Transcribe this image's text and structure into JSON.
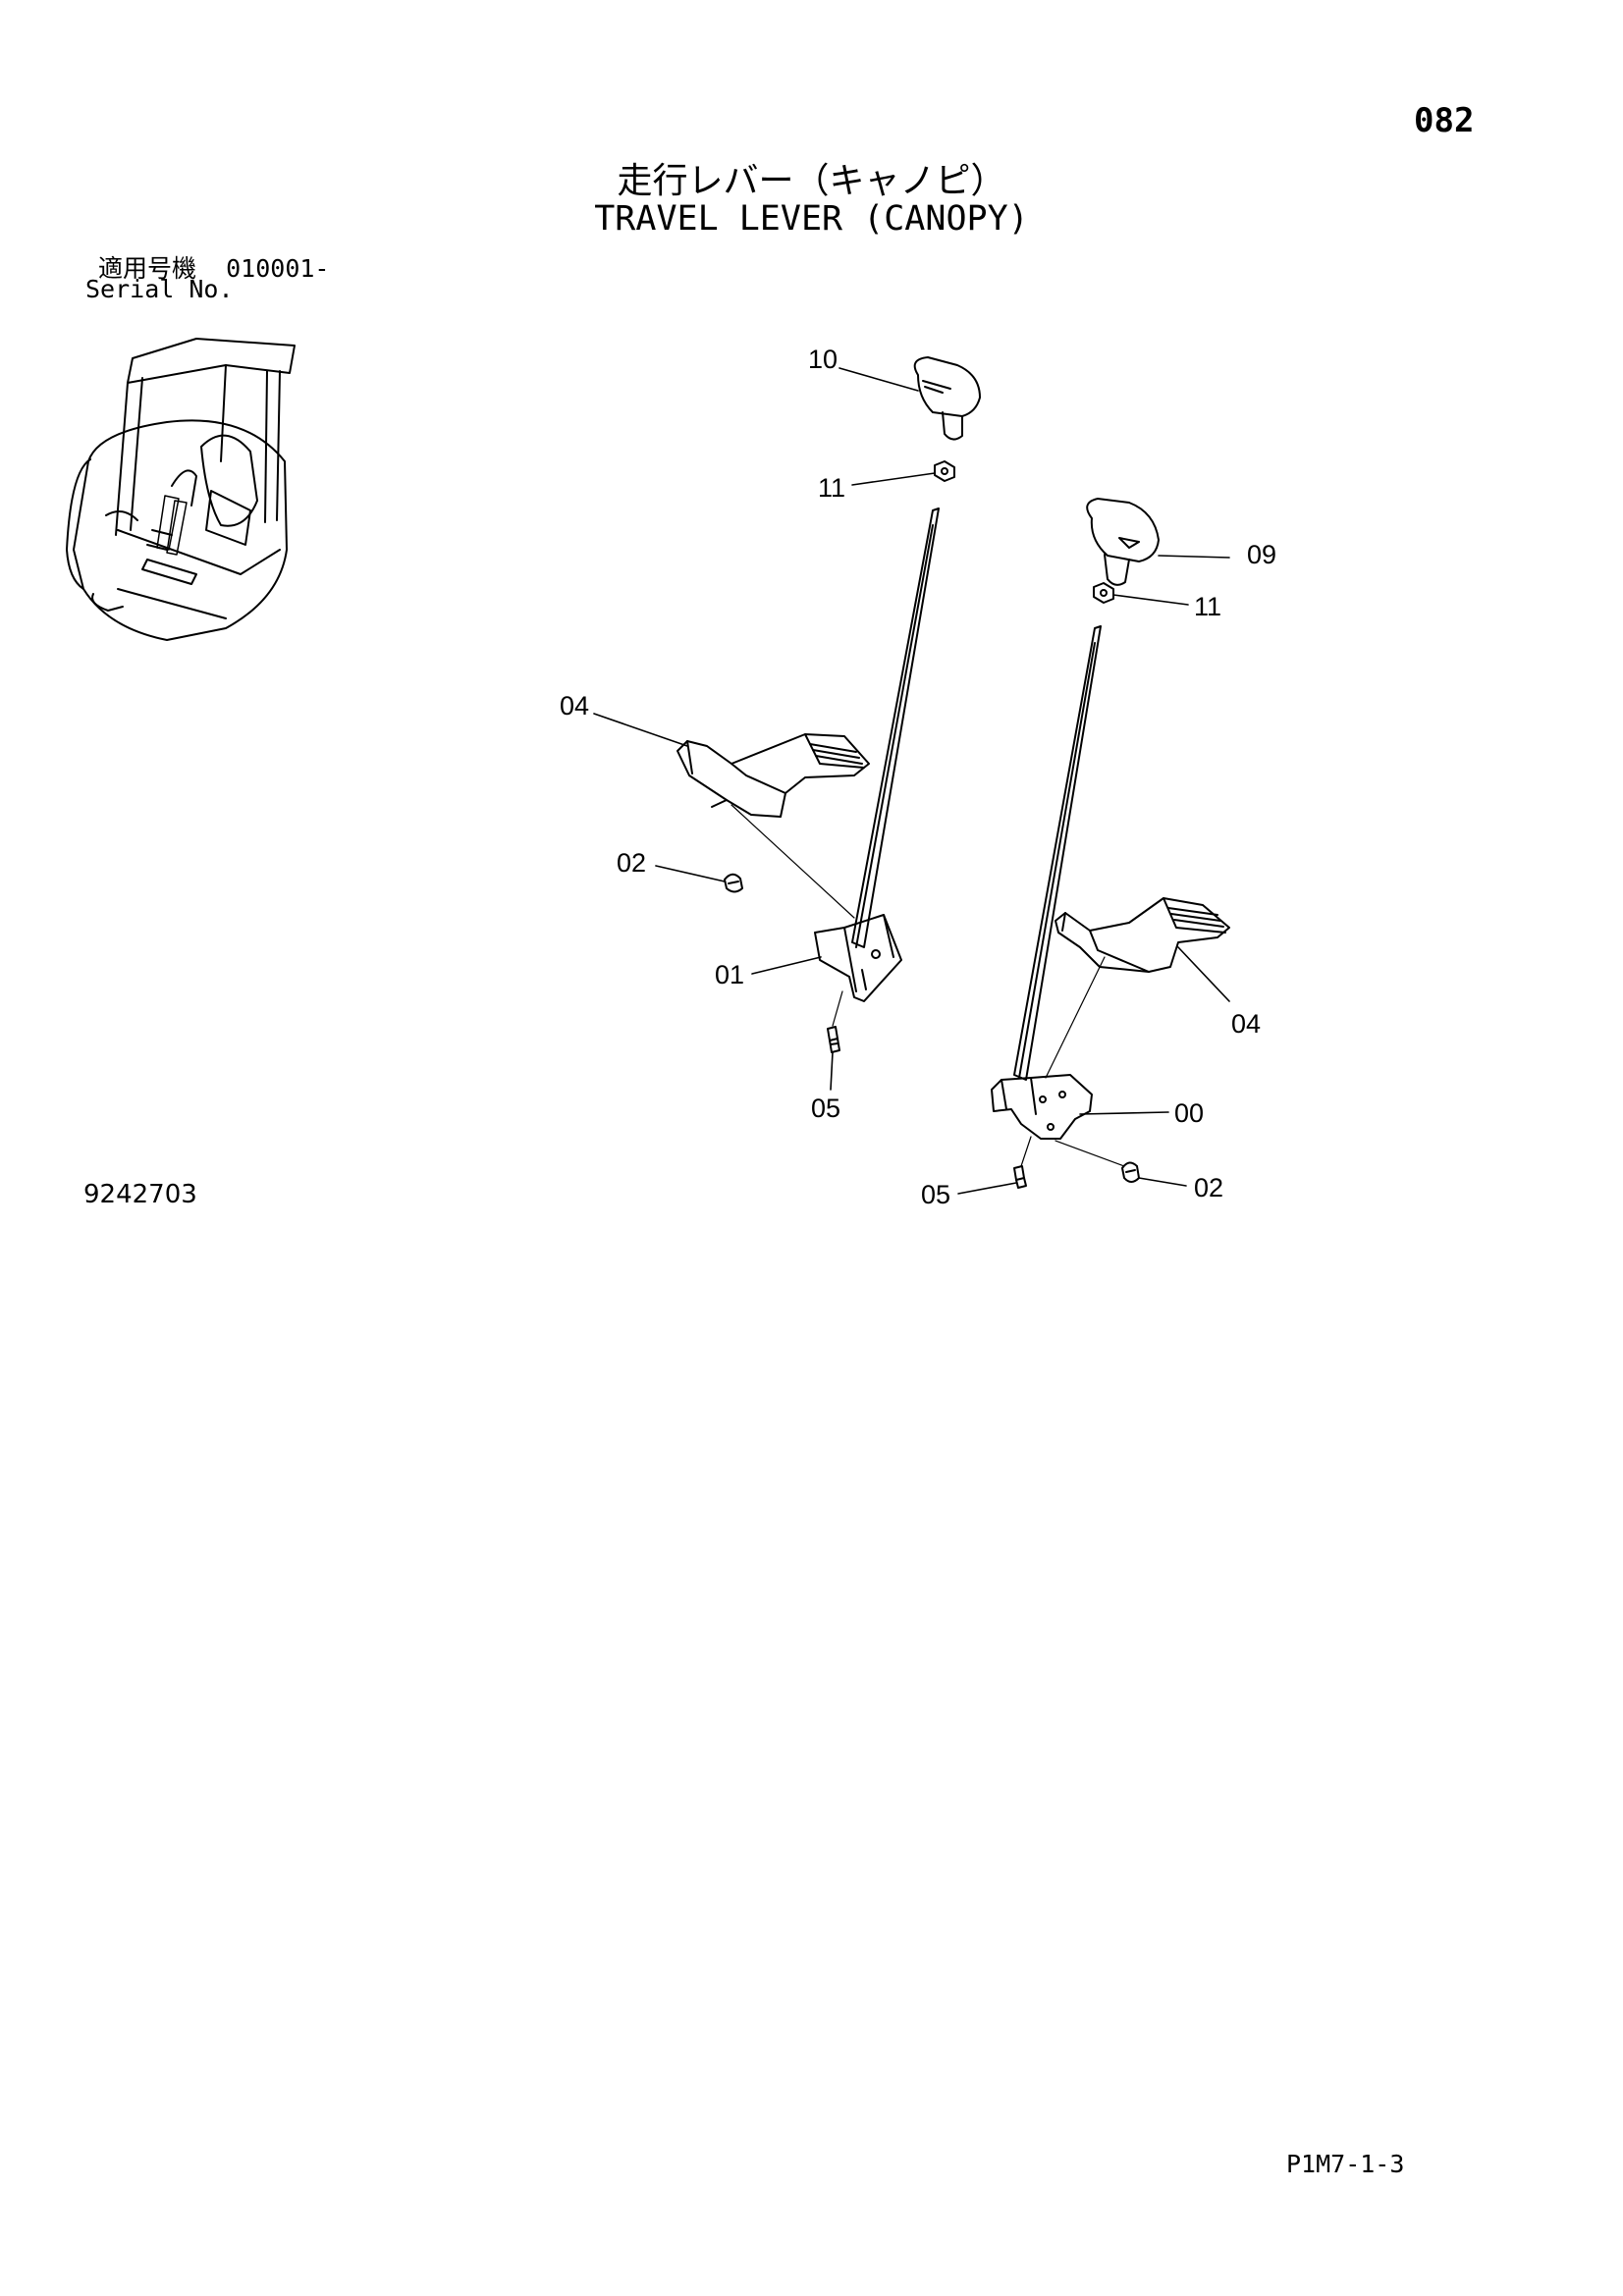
{
  "header": {
    "page_number": "082",
    "title_jp": "走行レバー（キャノピ）",
    "title_en": "TRAVEL LEVER (CANOPY)"
  },
  "serial": {
    "label_jp": "適用号機",
    "from": "010001-",
    "label_en": "Serial No."
  },
  "drawing_number": "9242703",
  "page_code": "P1M7-1-3",
  "callouts": {
    "left_knob": "10",
    "left_nut": "11",
    "left_pedal": "04",
    "left_plug": "02",
    "left_bracket": "01",
    "left_bolt": "05",
    "right_knob": "09",
    "right_nut": "11",
    "right_pedal": "04",
    "right_bracket": "00",
    "right_bolt": "05",
    "right_plug": "02"
  }
}
